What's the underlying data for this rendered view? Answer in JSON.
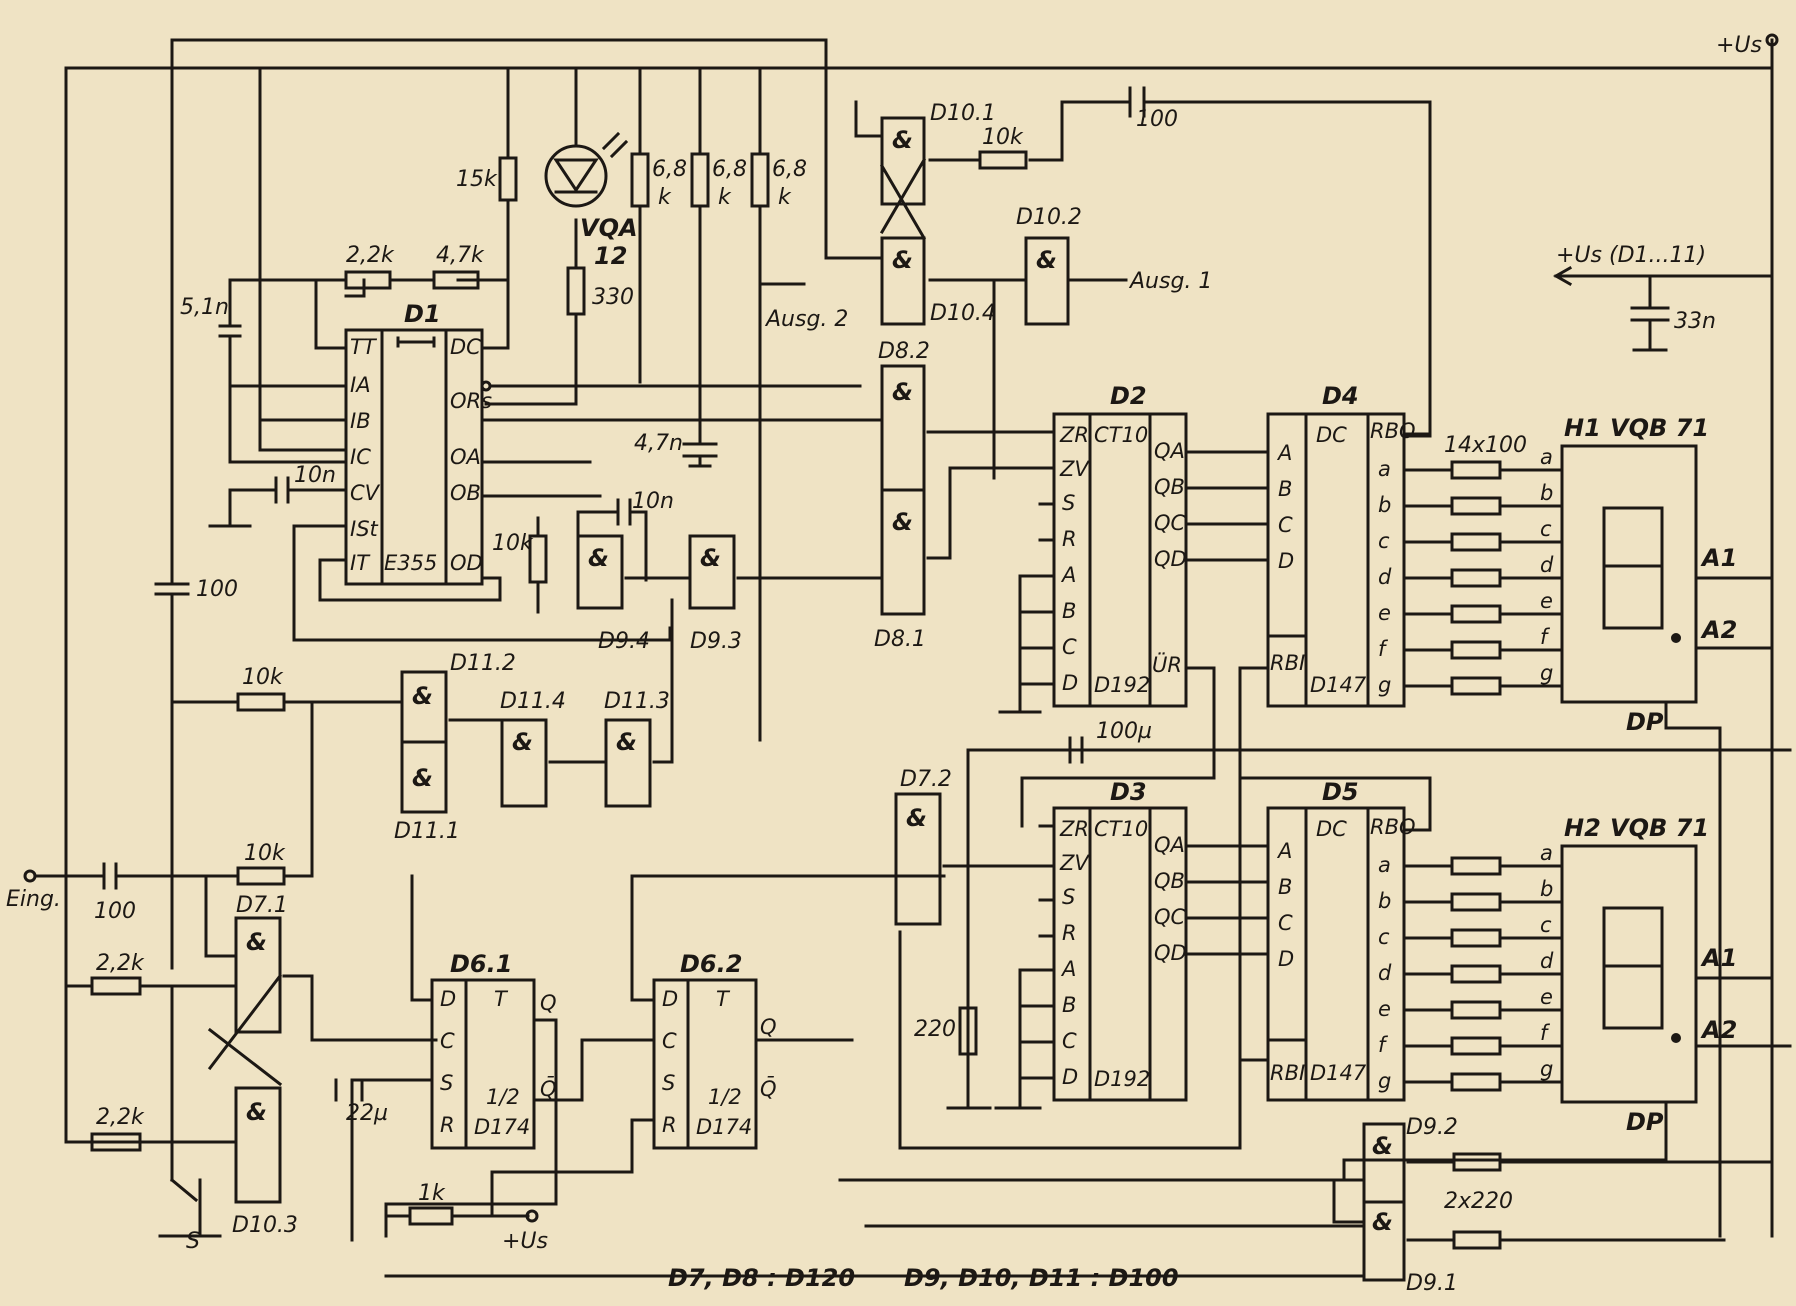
{
  "ic": {
    "d1": {
      "name": "D1",
      "type": "E355",
      "left_pins": [
        "TT",
        "IA",
        "IB",
        "IC",
        "CV",
        "ISt",
        "IT"
      ],
      "right_pins": [
        "DC",
        "ORs",
        "OA",
        "OB",
        "OD"
      ]
    },
    "d2": {
      "name": "D2",
      "func": "CT10",
      "type": "D192",
      "left_pins": [
        "ZR",
        "ZV",
        "S",
        "R",
        "A",
        "B",
        "C",
        "D"
      ],
      "right_pins": [
        "QA",
        "QB",
        "QC",
        "QD",
        "ÜR"
      ]
    },
    "d3": {
      "name": "D3",
      "func": "CT10",
      "type": "D192",
      "left_pins": [
        "ZR",
        "ZV",
        "S",
        "R",
        "A",
        "B",
        "C",
        "D"
      ],
      "right_pins": [
        "QA",
        "QB",
        "QC",
        "QD"
      ]
    },
    "d4": {
      "name": "D4",
      "func": "DC",
      "type": "D147",
      "left_pins": [
        "A",
        "B",
        "C",
        "D",
        "RBI"
      ],
      "right_pins": [
        "RBO",
        "a",
        "b",
        "c",
        "d",
        "e",
        "f",
        "g"
      ]
    },
    "d5": {
      "name": "D5",
      "func": "DC",
      "type": "D147",
      "left_pins": [
        "A",
        "B",
        "C",
        "D",
        "RBI"
      ],
      "right_pins": [
        "RBO",
        "a",
        "b",
        "c",
        "d",
        "e",
        "f",
        "g"
      ]
    },
    "d61": {
      "name": "D6.1",
      "type": "D174",
      "half": "1/2",
      "t": "T",
      "pins": [
        "D",
        "C",
        "S",
        "R",
        "Q",
        "Q̄"
      ]
    },
    "d62": {
      "name": "D6.2",
      "type": "D174",
      "half": "1/2",
      "t": "T",
      "pins": [
        "D",
        "C",
        "S",
        "R",
        "Q",
        "Q̄"
      ]
    }
  },
  "gates": {
    "amp": "&",
    "labels": [
      "D10.1",
      "D10.2",
      "D10.4",
      "D10.3",
      "D8.2",
      "D8.1",
      "D9.4",
      "D9.3",
      "D11.2",
      "D11.1",
      "D11.4",
      "D11.3",
      "D7.1",
      "D7.2",
      "D9.2",
      "D9.1"
    ]
  },
  "components": {
    "r15k": "15k",
    "r68a": "6,8",
    "r68b": "6,8",
    "r68c": "6,8",
    "r68k": "k",
    "led": "VQA",
    "led2": "12",
    "r330": "330",
    "r22k": "2,2k",
    "r47k": "4,7k",
    "c51n": "5,1n",
    "c10n": "10n",
    "c100_left": "100",
    "c47n": "4,7n",
    "r10k_d94": "10k",
    "c10n_d94": "10n",
    "r10k_d10": "10k",
    "c100_top": "100",
    "c33n": "33n",
    "c100u": "100µ",
    "r10k_d11": "10k",
    "c100_in": "100",
    "r10k_in": "10k",
    "r22k_a": "2,2k",
    "r22k_b": "2,2k",
    "c22u": "22µ",
    "r1k": "1k",
    "r220": "220",
    "res_arr": "14x100",
    "res_arr2": "2x220",
    "switch": "S"
  },
  "displays": {
    "h1": {
      "name": "H1",
      "type": "VQB 71",
      "dp": "DP",
      "a1": "A1",
      "a2": "A2"
    },
    "h2": {
      "name": "H2",
      "type": "VQB 71",
      "dp": "DP",
      "a1": "A1",
      "a2": "A2"
    },
    "segs": [
      "a",
      "b",
      "c",
      "d",
      "e",
      "f",
      "g"
    ]
  },
  "terminals": {
    "us_top": "+Us",
    "us_d": "+Us (D1...11)",
    "us_bottom": "+Us",
    "out1": "Ausg. 1",
    "out2": "Ausg. 2",
    "in": "Eing."
  },
  "notes": {
    "n1": "D7, D8 :  D120",
    "n2": "D9, D10, D11 :  D100"
  },
  "colors": {
    "paper": "#efe3c4",
    "ink": "#1c1814"
  }
}
